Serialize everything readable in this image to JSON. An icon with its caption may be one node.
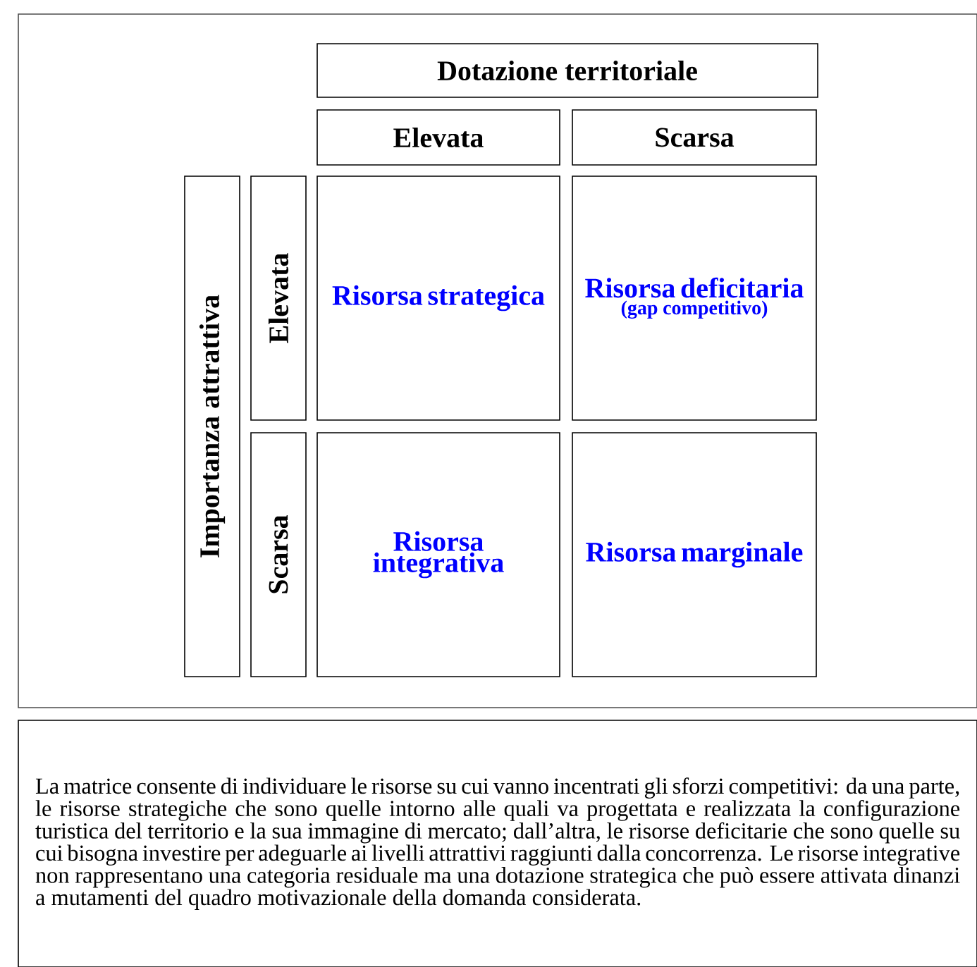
{
  "diagram": {
    "nodes": [
      {
        "text": [
          "Dotazione territoriale"
        ]
      },
      {
        "text": [
          "Elevata"
        ]
      },
      {
        "text": [
          "Scarsa"
        ]
      },
      {
        "text": [
          "Importanza attrattiva"
        ]
      },
      {
        "text": [
          "Elevata"
        ]
      },
      {
        "text": [
          "Scarsa"
        ]
      },
      {
        "text": [
          "Risorsa strategica"
        ]
      },
      {
        "text": [
          "Risorsa deficitaria",
          "(gap competitivo)"
        ]
      },
      {
        "text": [
          "Risorsa integrativa"
        ]
      },
      {
        "text": [
          "Risorsa marginale"
        ]
      },
      {
        "text": [
          "La matrice consente di individuare le risorse su cui vanno incentrati gli sforzi competitivi: da una parte, le risorse strategiche che sono quelle intorno alle quali va progettata e realizzata la configurazione turistica del territorio e la sua immagine di mercato; dall’altra, le risorse deficitarie che sono quelle su cui bisogna investire per adeguarle ai livelli attrattivi raggiunti dalla concorrenza. Le risorse integrative non rappresentano una categoria residuale ma una dotazione strategica che può essere attivata dinanzi a mutamenti del quadro motivazionale della domanda considerata."
        ]
      }
    ]
  }
}
